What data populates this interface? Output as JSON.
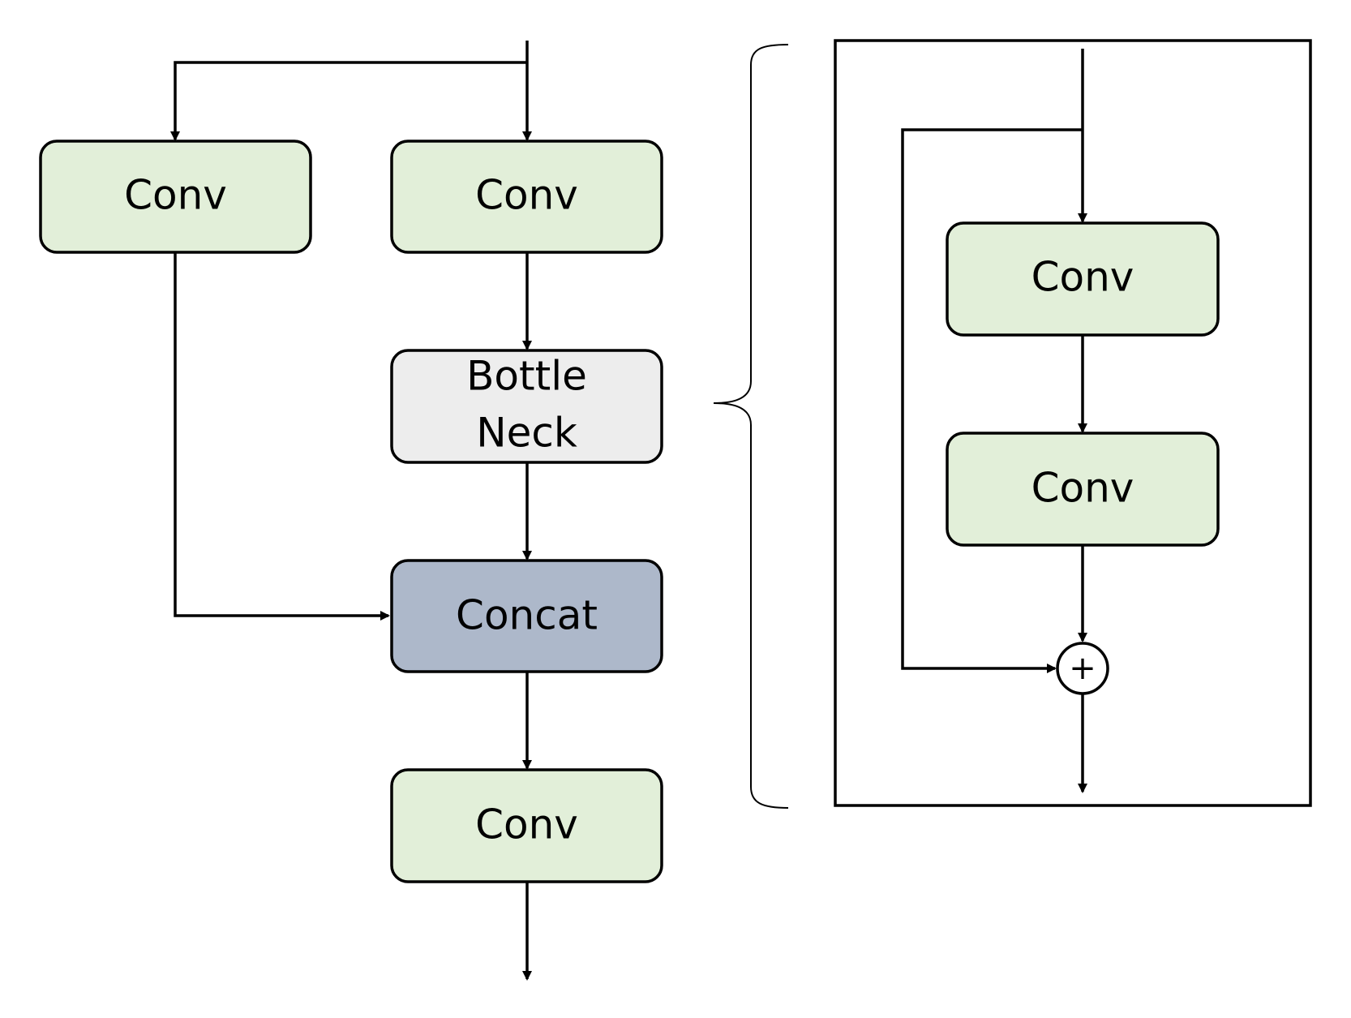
{
  "colors": {
    "conv_fill": "#e2efd9",
    "bottleneck_fill": "#ededed",
    "concat_fill": "#adb8ca",
    "stroke": "#000000",
    "background": "#ffffff"
  },
  "csp_block": {
    "conv_shortcut": {
      "label": "Conv"
    },
    "conv_main": {
      "label": "Conv"
    },
    "bottleneck": {
      "label_line1": "Bottle",
      "label_line2": "Neck"
    },
    "concat": {
      "label": "Concat"
    },
    "conv_out": {
      "label": "Conv"
    }
  },
  "bottleneck_detail": {
    "conv_1": {
      "label": "Conv"
    },
    "conv_2": {
      "label": "Conv"
    },
    "add_node": {
      "symbol": "+"
    }
  }
}
